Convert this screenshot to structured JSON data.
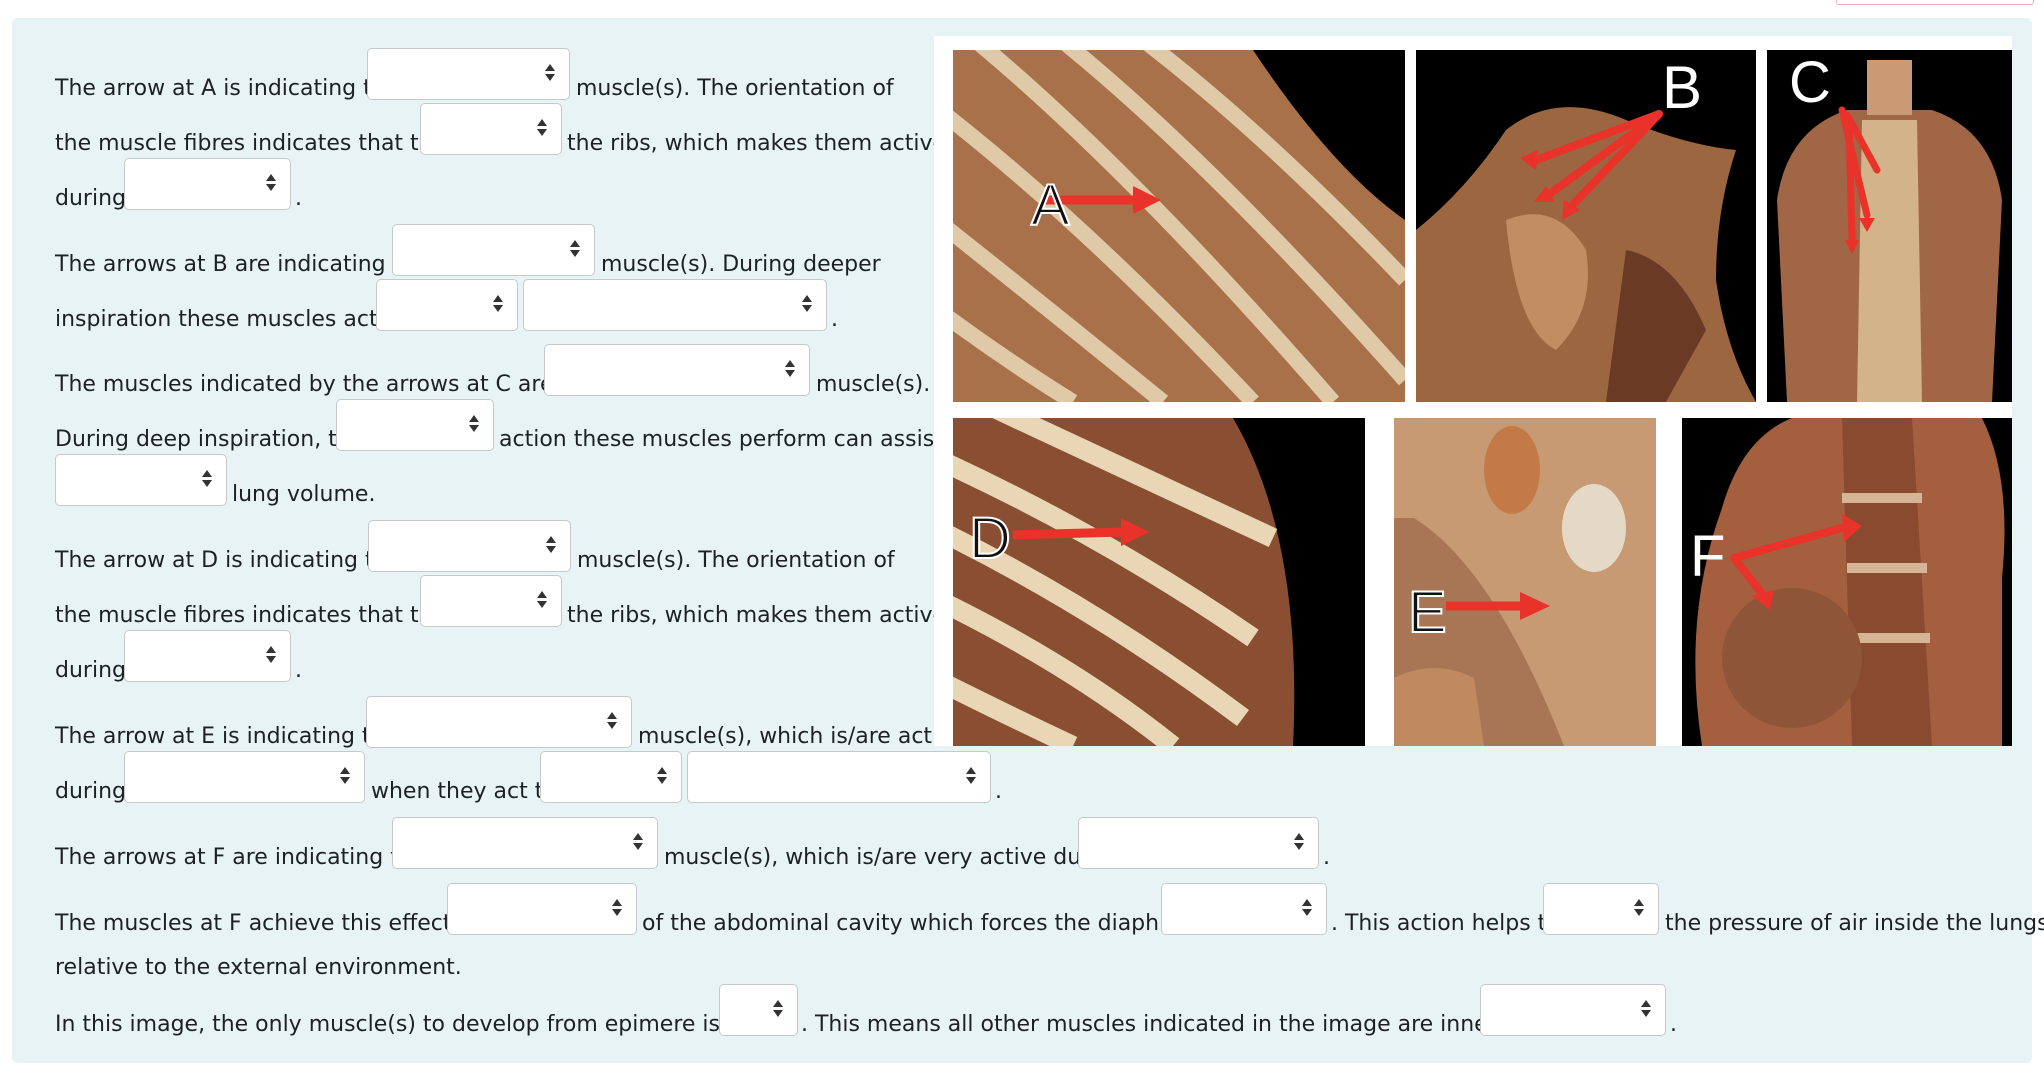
{
  "questions": {
    "q1": {
      "l1": {
        "a": "The arrow at A is indicating the",
        "b": "muscle(s).  The orientation of"
      },
      "l2": {
        "a": "the muscle fibres indicates that they",
        "b": "the ribs, which makes them active"
      },
      "l3": {
        "a": "during",
        "b": "."
      }
    },
    "q2": {
      "l1": {
        "a": "The arrows at B are indicating the",
        "b": "muscle(s). During deeper"
      },
      "l2": {
        "a": "inspiration these muscles act to",
        "b": "."
      }
    },
    "q3": {
      "l1": {
        "a": "The muscles indicated by the arrows at C are the",
        "b": "muscle(s)."
      },
      "l2": {
        "a": "During deep inspiration, the",
        "b": "action these muscles perform can assist in"
      },
      "l3": {
        "b": "lung volume."
      }
    },
    "q4": {
      "l1": {
        "a": "The arrow at D is indicating the",
        "b": "muscle(s).  The orientation of"
      },
      "l2": {
        "a": "the muscle fibres indicates that they",
        "b": "the ribs, which makes them active"
      },
      "l3": {
        "a": "during",
        "b": "."
      }
    },
    "q5": {
      "l1": {
        "a": "The arrow at E is indicating the",
        "b": "muscle(s), which is/are active"
      },
      "l2": {
        "a": "during",
        "b": "when they act to",
        "c": "."
      }
    },
    "q6": {
      "l1": {
        "a": "The arrows at F are indicating the",
        "b": "muscle(s), which is/are very active during",
        "c": "."
      }
    },
    "q7": {
      "l1": {
        "a": "The muscles at F achieve this effect by",
        "b": "of the abdominal cavity which forces the diaphragm",
        "c": ".  This action helps to",
        "d": "the pressure of air inside the lungs"
      },
      "l2": {
        "a": "relative to the external environment."
      }
    },
    "q8": {
      "l1": {
        "a": "In this image, the only muscle(s) to develop from epimere is/are",
        "b": ".  This means all other muscles indicated in the image are innervated by",
        "c": "."
      }
    }
  },
  "image": {
    "labels": {
      "a": "A",
      "b": "B",
      "c": "C",
      "d": "D",
      "e": "E",
      "f": "F"
    },
    "colors": {
      "arrow": "#e8322a",
      "background": "#000000",
      "tissue": "#a8704a",
      "rib": "#e6d3b0"
    }
  },
  "colors": {
    "panel": "#e7f3f5",
    "text": "#1d2125",
    "select_border": "#c5c9cc"
  }
}
